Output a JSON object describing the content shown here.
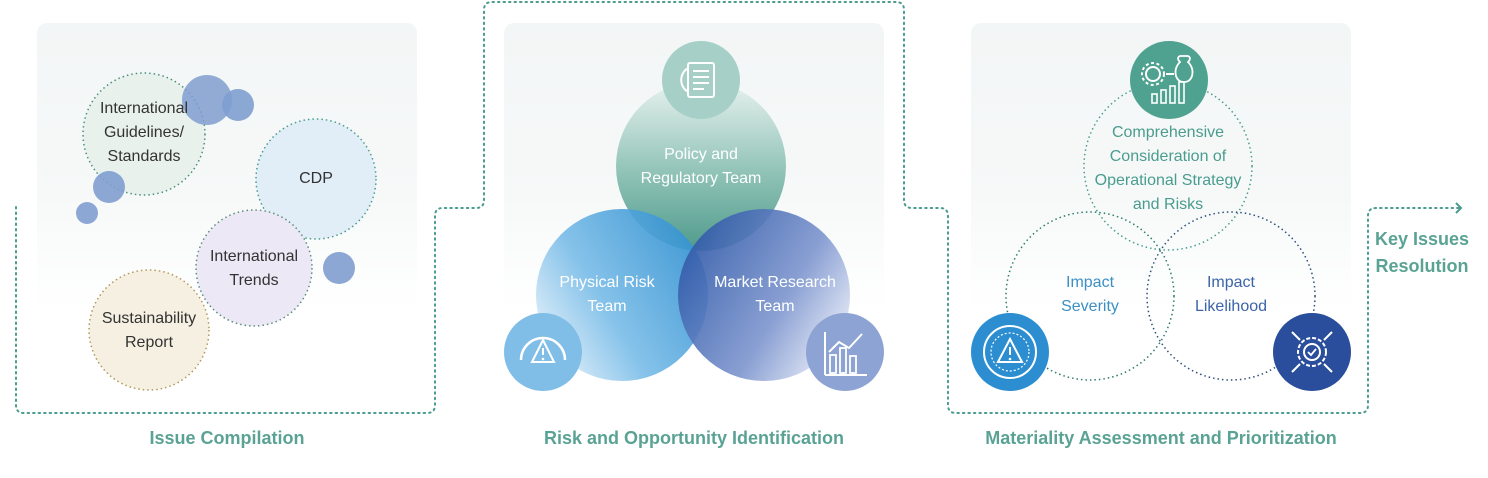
{
  "stages": [
    {
      "title": "Issue Compilation",
      "sources": [
        {
          "line1": "International",
          "line2": "Guidelines/",
          "line3": "Standards"
        },
        {
          "line1": "CDP"
        },
        {
          "line1": "International",
          "line2": "Trends"
        },
        {
          "line1": "Sustainability",
          "line2": "Report"
        }
      ]
    },
    {
      "title": "Risk and Opportunity Identification",
      "teams": [
        {
          "line1": "Policy and",
          "line2": "Regulatory Team",
          "icon": "policy-document-icon"
        },
        {
          "line1": "Physical Risk",
          "line2": "Team",
          "icon": "risk-gauge-icon"
        },
        {
          "line1": "Market Research",
          "line2": "Team",
          "icon": "bar-chart-icon"
        }
      ]
    },
    {
      "title": "Materiality Assessment and Prioritization",
      "criteria": [
        {
          "line1": "Comprehensive",
          "line2": "Consideration of",
          "line3": "Operational Strategy",
          "line4": "and Risks",
          "icon": "gear-money-chart-icon"
        },
        {
          "line1": "Impact",
          "line2": "Severity",
          "icon": "severity-warning-icon"
        },
        {
          "line1": "Impact",
          "line2": "Likelihood",
          "icon": "likelihood-target-icon"
        }
      ]
    }
  ],
  "result": {
    "line1": "Key Issues",
    "line2": "Resolution"
  },
  "colors": {
    "teal": "#5aa394",
    "blue": "#3c64a8",
    "light_blue": "#4aa3dc",
    "navy": "#2e55a3",
    "bubble": "#7f9dcf"
  }
}
